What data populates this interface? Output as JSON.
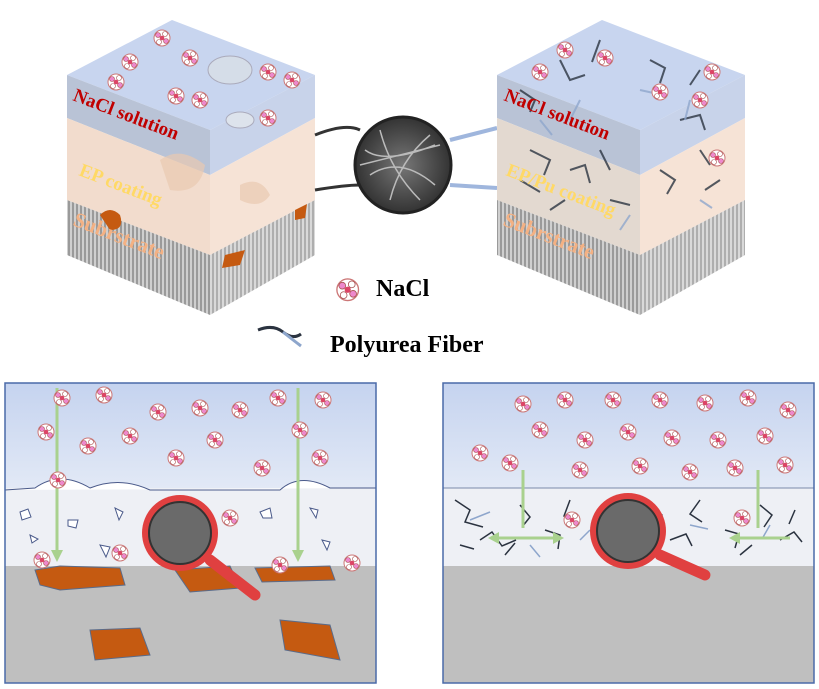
{
  "left_cube": {
    "solution_label": "NaCl solution",
    "coating_label": "EP coating",
    "substrate_label": "Subrstrate"
  },
  "right_cube": {
    "solution_label": "NaCl solution",
    "coating_label": "EP/Pu coating",
    "substrate_label": "Subrstrate"
  },
  "legend": {
    "nacl": "NaCl",
    "fiber": "Polyurea Fiber"
  },
  "colors": {
    "solution": "#c9d6ee",
    "ep_coating": "#f6e3d6",
    "substrate": "#b9b9b9",
    "rust": "#c55a11",
    "fiber": "#2b3340",
    "arrow": "#a9d18e",
    "magnifier": "#e04040",
    "nacl_text": "#c00000",
    "coating_text": "#ffd966",
    "substrate_text": "#f4b183"
  }
}
